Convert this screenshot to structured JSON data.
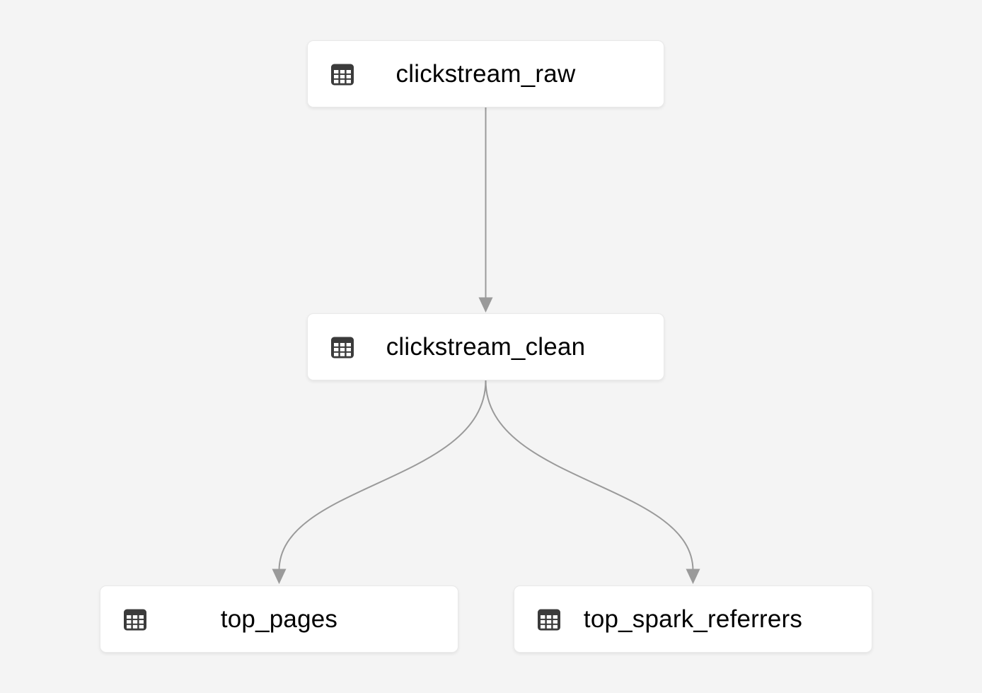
{
  "diagram": {
    "type": "dag",
    "description": "Data pipeline lineage graph",
    "nodes": [
      {
        "id": "clickstream_raw",
        "label": "clickstream_raw",
        "icon": "table-icon"
      },
      {
        "id": "clickstream_clean",
        "label": "clickstream_clean",
        "icon": "table-icon"
      },
      {
        "id": "top_pages",
        "label": "top_pages",
        "icon": "table-icon"
      },
      {
        "id": "top_spark_referrers",
        "label": "top_spark_referrers",
        "icon": "table-icon"
      }
    ],
    "edges": [
      {
        "from": "clickstream_raw",
        "to": "clickstream_clean"
      },
      {
        "from": "clickstream_clean",
        "to": "top_pages"
      },
      {
        "from": "clickstream_clean",
        "to": "top_spark_referrers"
      }
    ],
    "colors": {
      "canvas_background": "#f4f4f4",
      "node_background": "#ffffff",
      "node_border": "#e9e9e9",
      "edge": "#9a9a9a",
      "arrowhead": "#9a9a9a",
      "icon": "#3b3b3b",
      "label": "#000000"
    }
  }
}
